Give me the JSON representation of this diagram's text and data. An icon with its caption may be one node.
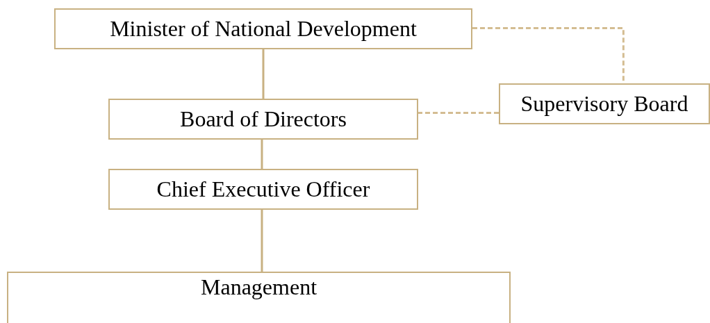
{
  "diagram": {
    "nodes": [
      {
        "text": [
          "Minister of National Development"
        ]
      },
      {
        "text": [
          "Supervisory Board"
        ]
      },
      {
        "text": [
          "Board of Directors"
        ]
      },
      {
        "text": [
          "Chief Executive Officer"
        ]
      },
      {
        "text": [
          "Management"
        ]
      }
    ],
    "edges": [
      {
        "from": 0,
        "to": 2,
        "arrow": "none"
      },
      {
        "from": 2,
        "to": 3,
        "arrow": "none"
      },
      {
        "from": 3,
        "to": 4,
        "arrow": "none"
      },
      {
        "from": 0,
        "to": 1,
        "arrow": "none",
        "style": "dashed"
      },
      {
        "from": 1,
        "to": 2,
        "arrow": "none",
        "style": "dashed"
      }
    ]
  }
}
